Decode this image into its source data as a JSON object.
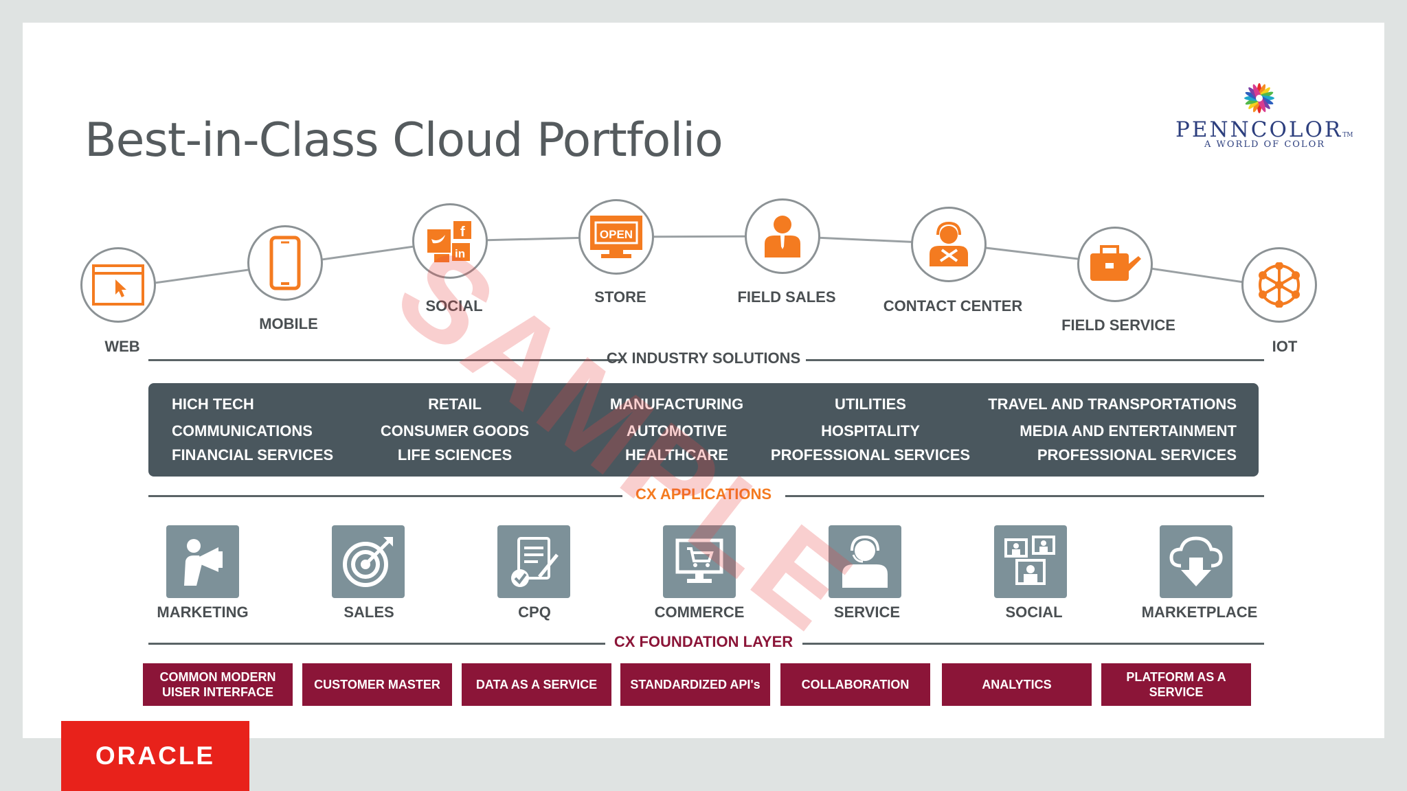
{
  "title": "Best-in-Class Cloud Portfolio",
  "logo": {
    "name": "PENNCOLOR",
    "trademark": "TM",
    "tagline": "A WORLD OF COLOR"
  },
  "colors": {
    "accent_orange": "#f47b20",
    "dark_panel": "#4a575e",
    "app_tile": "#7d9199",
    "foundation": "#8b1538",
    "oracle_red": "#e8221b"
  },
  "channels": [
    {
      "label": "WEB",
      "icon": "browser-cursor-icon"
    },
    {
      "label": "MOBILE",
      "icon": "smartphone-icon"
    },
    {
      "label": "SOCIAL",
      "icon": "social-media-icon"
    },
    {
      "label": "STORE",
      "icon": "open-sign-icon"
    },
    {
      "label": "FIELD SALES",
      "icon": "salesperson-icon"
    },
    {
      "label": "CONTACT CENTER",
      "icon": "headset-agent-icon"
    },
    {
      "label": "FIELD SERVICE",
      "icon": "toolbox-icon"
    },
    {
      "label": "IOT",
      "icon": "network-icon"
    }
  ],
  "sections": {
    "industry": "CX INDUSTRY SOLUTIONS",
    "applications": "CX APPLICATIONS",
    "foundation": "CX FOUNDATION LAYER"
  },
  "industries": {
    "col1": [
      "HICH TECH",
      "COMMUNICATIONS",
      "FINANCIAL SERVICES"
    ],
    "col2": [
      "RETAIL",
      "CONSUMER GOODS",
      "LIFE SCIENCES"
    ],
    "col3": [
      "MANUFACTURING",
      "AUTOMOTIVE",
      "HEALTHCARE"
    ],
    "col4": [
      "UTILITIES",
      "HOSPITALITY",
      "PROFESSIONAL SERVICES"
    ],
    "col5": [
      "TRAVEL AND TRANSPORTATIONS",
      "MEDIA AND ENTERTAINMENT",
      "PROFESSIONAL SERVICES"
    ]
  },
  "applications": [
    {
      "label": "MARKETING",
      "icon": "megaphone-icon"
    },
    {
      "label": "SALES",
      "icon": "target-icon"
    },
    {
      "label": "CPQ",
      "icon": "quote-document-icon"
    },
    {
      "label": "COMMERCE",
      "icon": "monitor-cart-icon"
    },
    {
      "label": "SERVICE",
      "icon": "support-agent-icon"
    },
    {
      "label": "SOCIAL",
      "icon": "chat-people-icon"
    },
    {
      "label": "MARKETPLACE",
      "icon": "cloud-download-icon"
    }
  ],
  "foundation": [
    "COMMON MODERN UISER INTERFACE",
    "CUSTOMER MASTER",
    "DATA AS A SERVICE",
    "STANDARDIZED API's",
    "COLLABORATION",
    "ANALYTICS",
    "PLATFORM AS A SERVICE"
  ],
  "watermark": "SAMPLE",
  "oracle_logo": "ORACLE"
}
